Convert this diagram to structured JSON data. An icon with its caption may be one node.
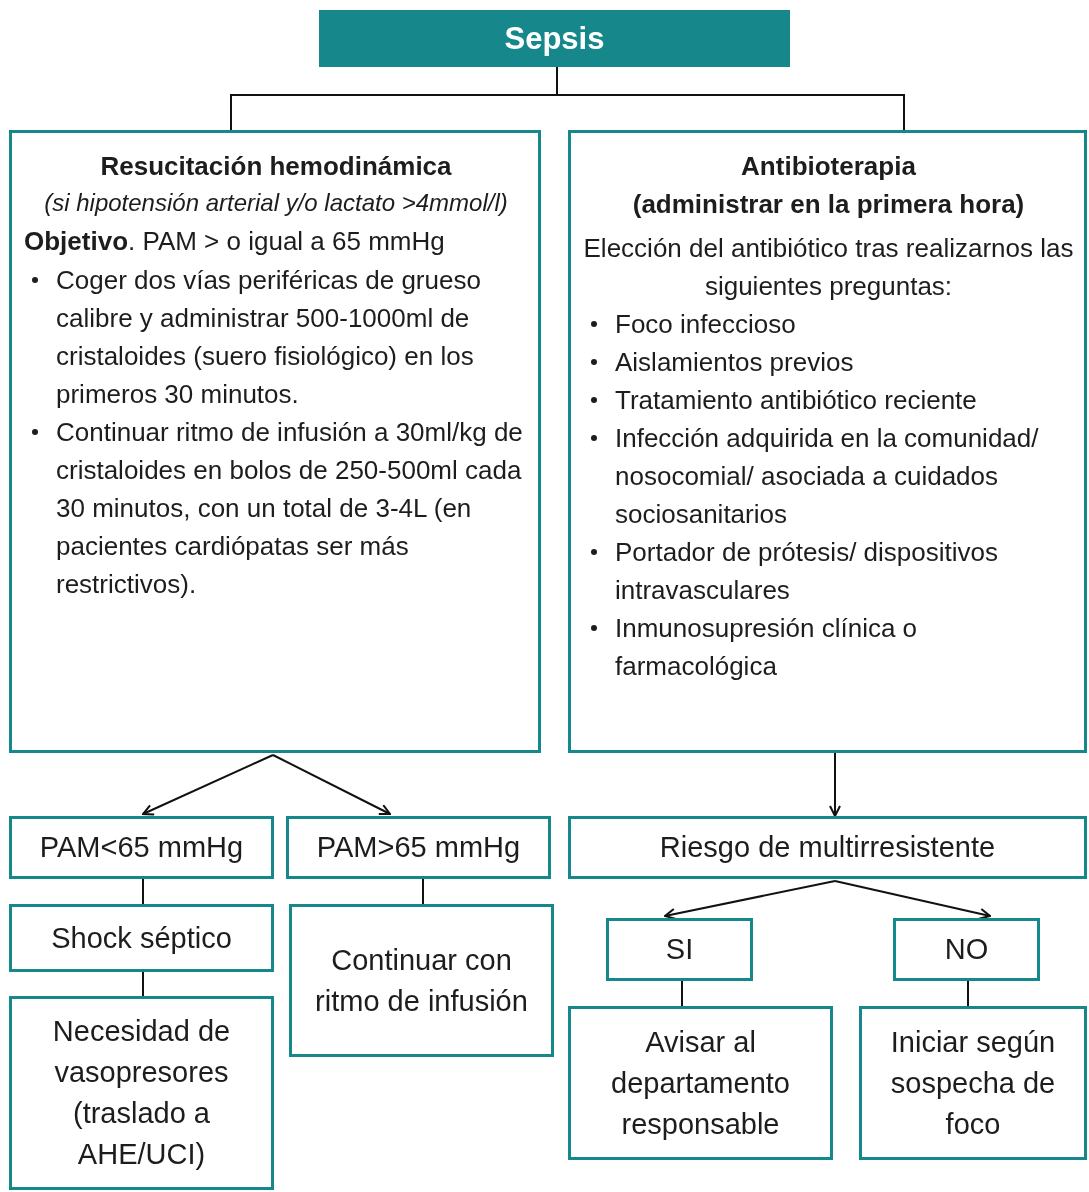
{
  "diagram": {
    "nodes": [
      {
        "text": [
          "Sepsis"
        ]
      },
      {
        "text": [
          "Resucitación hemodinámica",
          "(si hipotensión arterial y/o lactato >4mmol/l)",
          "**Objetivo**. PAM > o igual a 65 mmHg",
          "Coger dos vías periféricas de grueso calibre y administrar 500-1000ml de cristaloides (suero fisiológico) en los primeros 30 minutos.",
          "Continuar ritmo de infusión a 30ml/kg de cristaloides en bolos de 250-500ml cada 30 minutos, con un total de 3-4L (en pacientes cardiópatas ser más restrictivos)."
        ]
      },
      {
        "text": [
          "Antibioterapia",
          "(administrar en la primera hora)",
          "Elección del antibiótico tras realizarnos las siguientes preguntas:",
          "Foco infeccioso",
          "Aislamientos previos",
          "Tratamiento antibiótico reciente",
          "Infección adquirida en la comunidad/ nosocomial/ asociada a cuidados sociosanitarios",
          "Portador de prótesis/ dispositivos intravasculares",
          "Inmunosupresión clínica o farmacológica"
        ]
      },
      {
        "text": [
          "PAM<65 mmHg"
        ]
      },
      {
        "text": [
          "PAM>65 mmHg"
        ]
      },
      {
        "text": [
          "Riesgo de multirresistente"
        ]
      },
      {
        "text": [
          "Shock séptico"
        ]
      },
      {
        "text": [
          "Continuar con ritmo de infusión"
        ]
      },
      {
        "text": [
          "SI"
        ]
      },
      {
        "text": [
          "NO"
        ]
      },
      {
        "text": [
          "Necesidad de vasopresores (traslado a AHE/UCI)"
        ]
      },
      {
        "text": [
          "Avisar al departamento responsable"
        ]
      },
      {
        "text": [
          "Iniciar según sospecha de foco"
        ]
      }
    ],
    "edges": [
      {
        "from": 0,
        "to": 1,
        "arrow": "none"
      },
      {
        "from": 0,
        "to": 2,
        "arrow": "none"
      },
      {
        "from": 1,
        "to": 3,
        "arrow": "to"
      },
      {
        "from": 1,
        "to": 4,
        "arrow": "to"
      },
      {
        "from": 2,
        "to": 5,
        "arrow": "to"
      },
      {
        "from": 3,
        "to": 6,
        "arrow": "none"
      },
      {
        "from": 4,
        "to": 7,
        "arrow": "none"
      },
      {
        "from": 6,
        "to": 10,
        "arrow": "none"
      },
      {
        "from": 5,
        "to": 8,
        "arrow": "to"
      },
      {
        "from": 5,
        "to": 9,
        "arrow": "to"
      },
      {
        "from": 8,
        "to": 11,
        "arrow": "none"
      },
      {
        "from": 9,
        "to": 12,
        "arrow": "none"
      }
    ]
  }
}
